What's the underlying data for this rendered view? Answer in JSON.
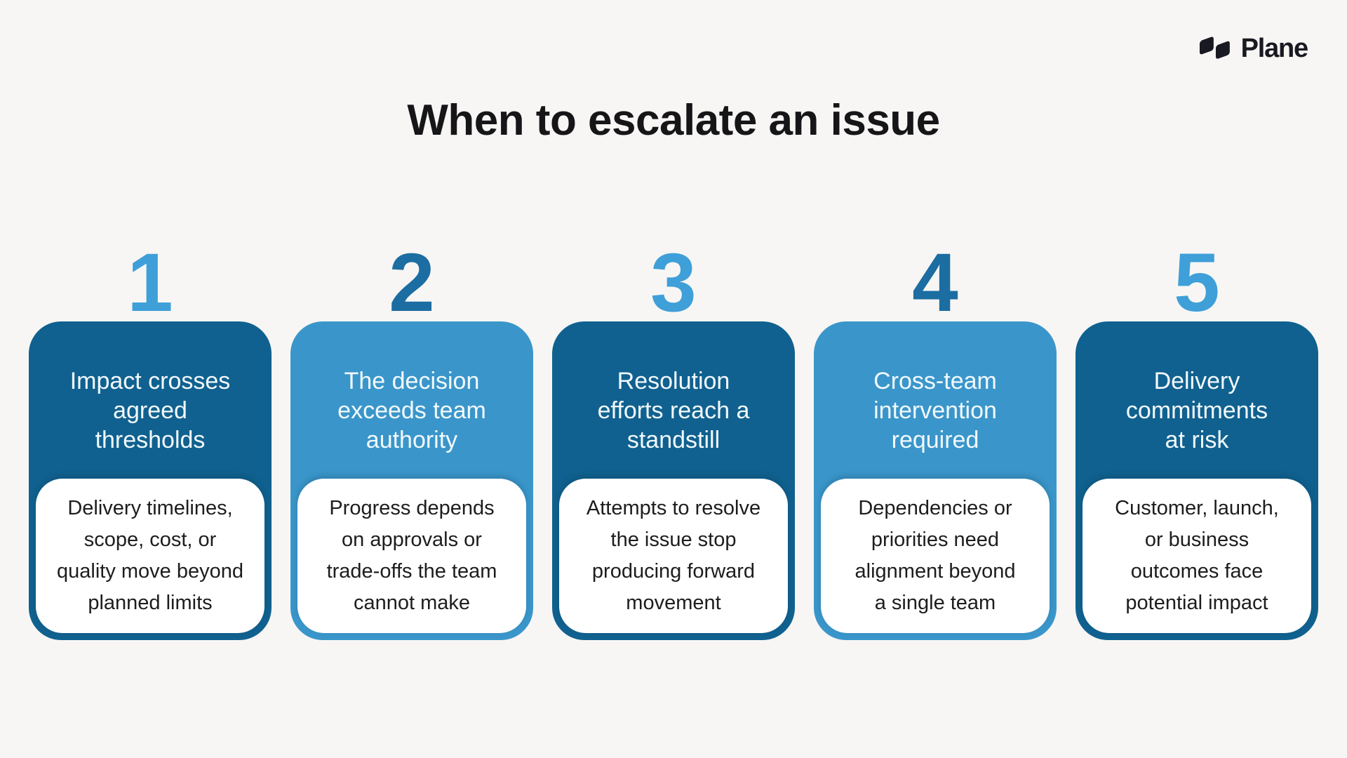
{
  "page": {
    "title": "When to escalate an issue"
  },
  "brand": {
    "name": "Plane",
    "logo_icon": "plane-logo-icon"
  },
  "colors": {
    "page_bg": "#f7f6f4",
    "dark_blue": "#10618f",
    "light_blue": "#3a96ca",
    "number_light": "#3f9fd8",
    "number_dark": "#1c6da1",
    "text_dark": "#1d1d1f",
    "text_light": "#f2f9fd",
    "brand_color": "#191921"
  },
  "cards": [
    {
      "number": "1",
      "theme": "dark",
      "header_text": "Impact crosses\nagreed\nthresholds",
      "body_text": "Delivery timelines,\nscope, cost, or\nquality move beyond\nplanned limits"
    },
    {
      "number": "2",
      "theme": "light",
      "header_text": "The decision\nexceeds team\nauthority",
      "body_text": "Progress depends\non approvals or\ntrade-offs the team\ncannot make"
    },
    {
      "number": "3",
      "theme": "dark",
      "header_text": "Resolution\nefforts reach a\nstandstill",
      "body_text": "Attempts to resolve\nthe issue stop\nproducing forward\nmovement"
    },
    {
      "number": "4",
      "theme": "light",
      "header_text": "Cross-team\nintervention\nrequired",
      "body_text": "Dependencies or\npriorities need\nalignment beyond\na single team"
    },
    {
      "number": "5",
      "theme": "dark",
      "header_text": "Delivery\ncommitments\nat risk",
      "body_text": "Customer, launch,\nor business\noutcomes face\npotential impact"
    }
  ]
}
